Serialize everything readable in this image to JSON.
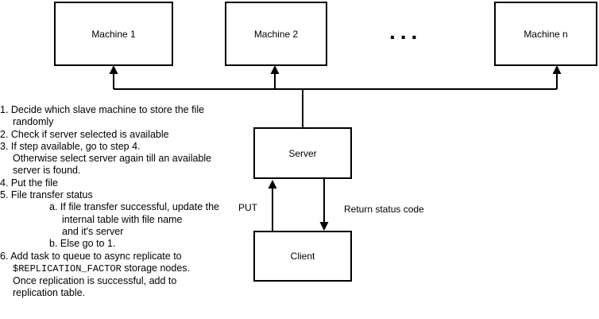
{
  "machines": [
    "Machine 1",
    "Machine 2",
    "Machine n"
  ],
  "ellipsis": "...",
  "server": "Server",
  "client": "Client",
  "put_label": "PUT",
  "return_label": "Return status code",
  "steps": {
    "s1a": "1. Decide which slave machine to store the file",
    "s1b": "randomly",
    "s2": "2. Check if server selected is available",
    "s3a": "3. If step available, go to step 4.",
    "s3b": "Otherwise select server again till an available",
    "s3c": "server is found.",
    "s4": "4. Put the file",
    "s5": "5. File transfer status",
    "s5a1": "a. If file transfer successful, update the",
    "s5a2": "internal table with file name",
    "s5a3": "and it's server",
    "s5b": "b. Else go to 1.",
    "s6a": "6. Add task to queue to async replicate to",
    "s6var": "$REPLICATION_FACTOR",
    "s6b": " storage nodes.",
    "s6c": "Once replication is successful, add to",
    "s6d": "replication table."
  }
}
